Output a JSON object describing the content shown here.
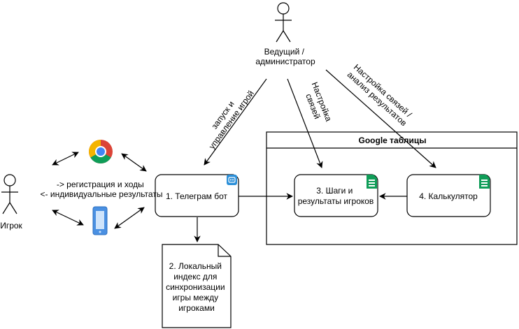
{
  "actors": {
    "admin": {
      "label_lines": [
        "Ведущий /",
        "администратор"
      ]
    },
    "player": {
      "label": "Игрок"
    }
  },
  "group": {
    "title": "Google таблицы"
  },
  "nodes": {
    "bot": {
      "label": "1. Телеграм бот"
    },
    "local_index": {
      "label_lines": [
        "2. Локальный",
        "индекс для",
        "синхронизации",
        "игры между",
        "игроками"
      ]
    },
    "steps": {
      "label_lines": [
        "3. Шаги и",
        "результаты игроков"
      ]
    },
    "calc": {
      "label": "4. Калькулятор"
    }
  },
  "edges": {
    "launch": {
      "label_lines": [
        "запуск и",
        "управление игрой"
      ]
    },
    "setup": {
      "label_lines": [
        "Настройка",
        "связей"
      ]
    },
    "setup_analysis": {
      "label_lines": [
        "Настройка связей /",
        "анализ результатов"
      ]
    }
  },
  "player_channel": {
    "lines": [
      "-> регистрация и ходы",
      "<- индивидуальные результаты"
    ]
  },
  "icons": {
    "chrome": "chrome-browser-icon",
    "mobile": "mobile-phone-icon",
    "bot": "telegram-bot-icon",
    "sheets": "google-sheets-icon"
  },
  "colors": {
    "stroke": "#000000",
    "sheets_green": "#0f9d58",
    "chrome_red": "#db4437",
    "chrome_green": "#0f9d58",
    "chrome_yellow": "#f4b400",
    "chrome_blue": "#4285f4",
    "bot_icon": "#2b8fd8"
  }
}
